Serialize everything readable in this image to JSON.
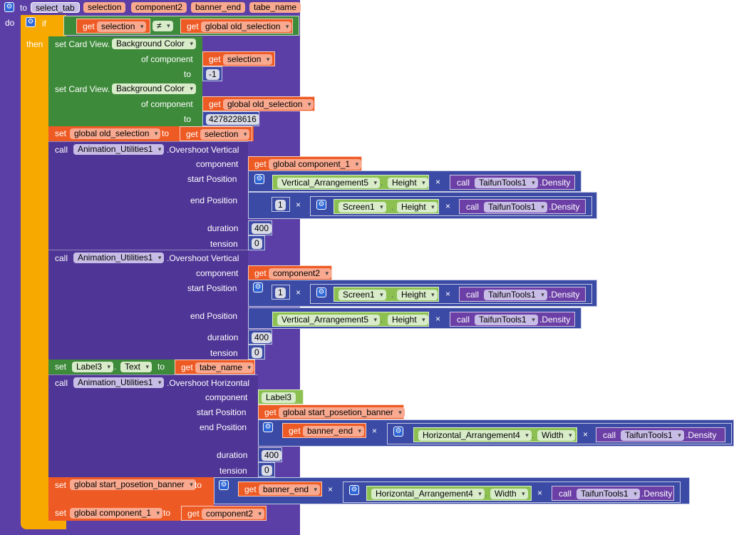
{
  "proc": {
    "to": "to",
    "name": "select_tab",
    "params": [
      "selection",
      "component2",
      "banner_end",
      "tabe_name"
    ],
    "do": "do"
  },
  "if_block": {
    "if": "if",
    "then": "then",
    "get": "get",
    "left_var": "selection",
    "op": "≠",
    "right_var": "global old_selection"
  },
  "kw": {
    "set": "set",
    "get": "get",
    "call": "call",
    "to": "to",
    "of_component": "of component",
    "component": "component",
    "start_position": "start Position",
    "end_position": "end Position",
    "duration": "duration",
    "tension": "tension",
    "dot": ".",
    "times": "×"
  },
  "set_card1": {
    "prefix": "set Card View.",
    "prop": "Background Color",
    "component_var": "selection",
    "value": "-1"
  },
  "set_card2": {
    "prefix": "set Card View.",
    "prop": "Background Color",
    "component_var": "global old_selection",
    "value": "4278228616"
  },
  "set_old": {
    "var": "global old_selection",
    "value_var": "selection"
  },
  "call1": {
    "component": "Animation_Utilities1",
    "method": ".Overshoot Vertical",
    "component_var": "global component_1",
    "start_obj": "Vertical_Arrangement5",
    "start_prop": "Height",
    "density_comp": "TaifunTools1",
    "density_method": ".Density",
    "end_num": "1",
    "end_obj": "Screen1",
    "end_prop": "Height",
    "duration": "400",
    "tension": "0"
  },
  "call2": {
    "component": "Animation_Utilities1",
    "method": ".Overshoot Vertical",
    "component_var": "component2",
    "start_num": "1",
    "start_obj": "Screen1",
    "start_prop": "Height",
    "end_obj": "Vertical_Arrangement5",
    "end_prop": "Height",
    "density_comp": "TaifunTools1",
    "density_method": ".Density",
    "duration": "400",
    "tension": "0"
  },
  "set_label": {
    "component": "Label3",
    "prop": "Text",
    "value_var": "tabe_name"
  },
  "call3": {
    "component": "Animation_Utilities1",
    "method": ".Overshoot Horizontal",
    "component_val": "Label3",
    "start_var": "global start_posetion_banner",
    "end_var": "banner_end",
    "end_obj": "Horizontal_Arrangement4",
    "end_prop": "Width",
    "density_comp": "TaifunTools1",
    "density_method": ".Density",
    "duration": "400",
    "tension": "0"
  },
  "set_banner": {
    "var": "global start_posetion_banner",
    "value_var": "banner_end",
    "obj": "Horizontal_Arrangement4",
    "prop": "Width",
    "density_comp": "TaifunTools1",
    "density_method": ".Density"
  },
  "set_comp": {
    "var": "global component_1",
    "value_var": "component2"
  },
  "colors": {
    "procedure": "#5b3fa6",
    "control": "#f7a900",
    "variable": "#ee5a24",
    "component_setter": "#3d8a3a",
    "math": "#3b4aa5",
    "component_getter": "#8cc152"
  }
}
